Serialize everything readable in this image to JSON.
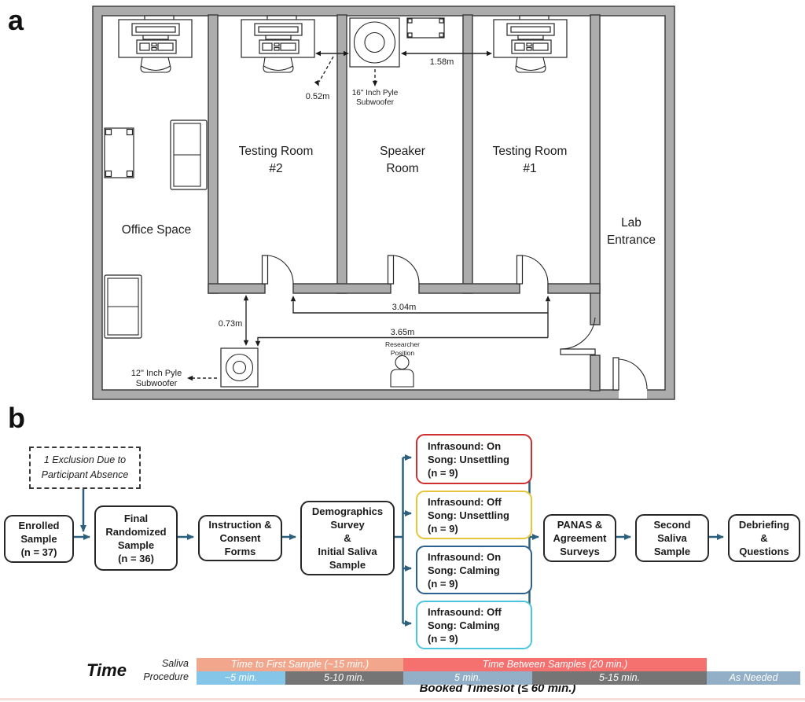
{
  "colors": {
    "wall": "#acacac",
    "arrow": "#2c607c",
    "cond_red": "#ce2f2f",
    "cond_yellow": "#e7c53b",
    "cond_blue": "#2b6090",
    "cond_cyan": "#4bc5de",
    "bar_salmon": "#f2a78d",
    "bar_red": "#f4716f",
    "bar_sky": "#85c6e8",
    "bar_gray": "#757575",
    "bar_slate": "#92afc7"
  },
  "panel_a": {
    "label": "a",
    "rooms": {
      "office": "Office Space",
      "testing2_l1": "Testing Room",
      "testing2_l2": "#2",
      "speaker_l1": "Speaker",
      "speaker_l2": "Room",
      "testing1_l1": "Testing Room",
      "testing1_l2": "#1",
      "lab_l1": "Lab",
      "lab_l2": "Entrance"
    },
    "measurements": {
      "d052": "0.52m",
      "d158": "1.58m",
      "d073": "0.73m",
      "d304": "3.04m",
      "d365": "3.65m"
    },
    "labels": {
      "sub16_l1": "16\" Inch Pyle",
      "sub16_l2": "Subwoofer",
      "sub12_l1": "12\" Inch Pyle",
      "sub12_l2": "Subwoofer",
      "researcher_l1": "Researcher",
      "researcher_l2": "Position"
    }
  },
  "panel_b": {
    "label": "b",
    "flow": {
      "exclusion": {
        "lines": [
          "1 Exclusion Due to",
          "Participant Absence"
        ]
      },
      "enrolled": {
        "lines": [
          "Enrolled",
          "Sample",
          "(n = 37)"
        ]
      },
      "final": {
        "lines": [
          "Final",
          "Randomized",
          "Sample",
          "(n = 36)"
        ]
      },
      "instruction": {
        "lines": [
          "Instruction &",
          "Consent",
          "Forms"
        ]
      },
      "demographics": {
        "lines": [
          "Demographics",
          "Survey",
          "&",
          "Initial Saliva",
          "Sample"
        ]
      },
      "cond1": {
        "lines": [
          "Infrasound: On",
          "Song: Unsettling",
          "(n = 9)"
        ]
      },
      "cond2": {
        "lines": [
          "Infrasound: Off",
          "Song: Unsettling",
          "(n = 9)"
        ]
      },
      "cond3": {
        "lines": [
          "Infrasound: On",
          "Song: Calming",
          "(n = 9)"
        ]
      },
      "cond4": {
        "lines": [
          "Infrasound: Off",
          "Song: Calming",
          "(n = 9)"
        ]
      },
      "panas": {
        "lines": [
          "PANAS &",
          "Agreement",
          "Surveys"
        ]
      },
      "second": {
        "lines": [
          "Second",
          "Saliva",
          "Sample"
        ]
      },
      "debrief": {
        "lines": [
          "Debriefing",
          "&",
          "Questions"
        ]
      }
    },
    "timeline": {
      "title": "Time",
      "saliva_label": "Saliva",
      "procedure_label": "Procedure",
      "saliva_row": [
        {
          "label": "Time to First Sample (~15 min.)"
        },
        {
          "label": "Time Between Samples (20 min.)"
        }
      ],
      "procedure_row": [
        {
          "label": "~5 min."
        },
        {
          "label": "5-10 min."
        },
        {
          "label": "5 min."
        },
        {
          "label": "5-15 min."
        },
        {
          "label": "As Needed"
        }
      ],
      "booked_label": "Booked Timeslot (≤ 60 min.)"
    }
  }
}
